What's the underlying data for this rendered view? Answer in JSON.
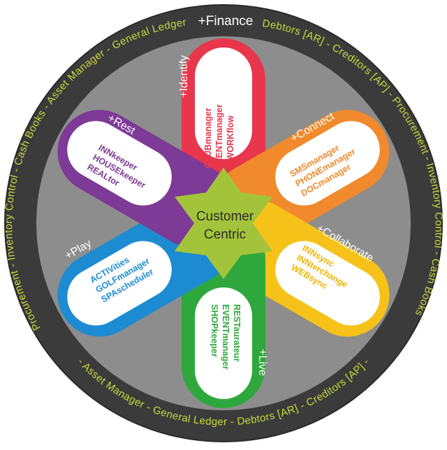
{
  "ring": {
    "top_label": "+Finance",
    "left_arc": "Procurement - Inventory Control - Cash Books - Asset Manager - General Ledger",
    "right_arc": "Debtors [AR] - Creditors [AP] - Procurement - Inventory Control - Cash Books",
    "bottom_arc": "- Asset Manager - General Ledger - Debtors [AR] - Creditors [AP] -"
  },
  "core": {
    "line1": "Customer",
    "line2": "Centric"
  },
  "petals": {
    "identify": {
      "title": "+Identify",
      "color": "#e8364c",
      "items": [
        "CLUBmanager",
        "CLIENTmanager",
        "WORKflow"
      ]
    },
    "connect": {
      "title": "+Connect",
      "color": "#f08a2c",
      "items": [
        "SMSmanager",
        "PHONEmanager",
        "DOCmanager"
      ]
    },
    "collaborate": {
      "title": "+Collaborate",
      "color": "#f6c21a",
      "items": [
        "INNsync",
        "INNterchange",
        "WEBsync"
      ]
    },
    "live": {
      "title": "+Live",
      "color": "#2ea83c",
      "items": [
        "RESTaurateur",
        "EVENTmanager",
        "SHOPkeeper"
      ]
    },
    "play": {
      "title": "+Play",
      "color": "#1d8bd1",
      "items": [
        "ACTIVities",
        "GOLFmanager",
        "SPAscheduler"
      ]
    },
    "rest": {
      "title": "+Rest",
      "color": "#7d3a96",
      "items": [
        "INNkeeper",
        "HOUSEkeeper",
        "REALtor"
      ]
    }
  },
  "colors": {
    "ring": "#3b3b3b",
    "disk": "#8d8d8d",
    "core": "#a3c43a",
    "ring_text": "#c9d93a"
  }
}
